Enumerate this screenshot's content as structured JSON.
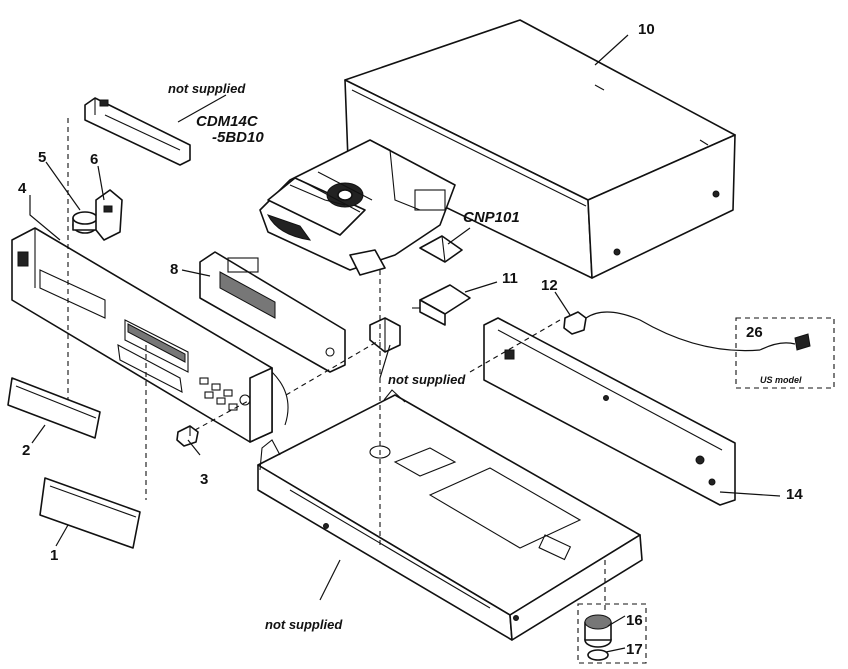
{
  "parts": {
    "p1": "1",
    "p2": "2",
    "p3": "3",
    "p4": "4",
    "p5": "5",
    "p6": "6",
    "p8": "8",
    "p10": "10",
    "p11": "11",
    "p12": "12",
    "p14": "14",
    "p16": "16",
    "p17": "17",
    "p26": "26"
  },
  "labels": {
    "not_supplied_top": "not supplied",
    "not_supplied_mid": "not supplied",
    "not_supplied_bottom": "not supplied",
    "cd_mech_line1": "CDM14C",
    "cd_mech_line2": "-5BD10",
    "connector": "CNP101",
    "us_model": "US model"
  }
}
